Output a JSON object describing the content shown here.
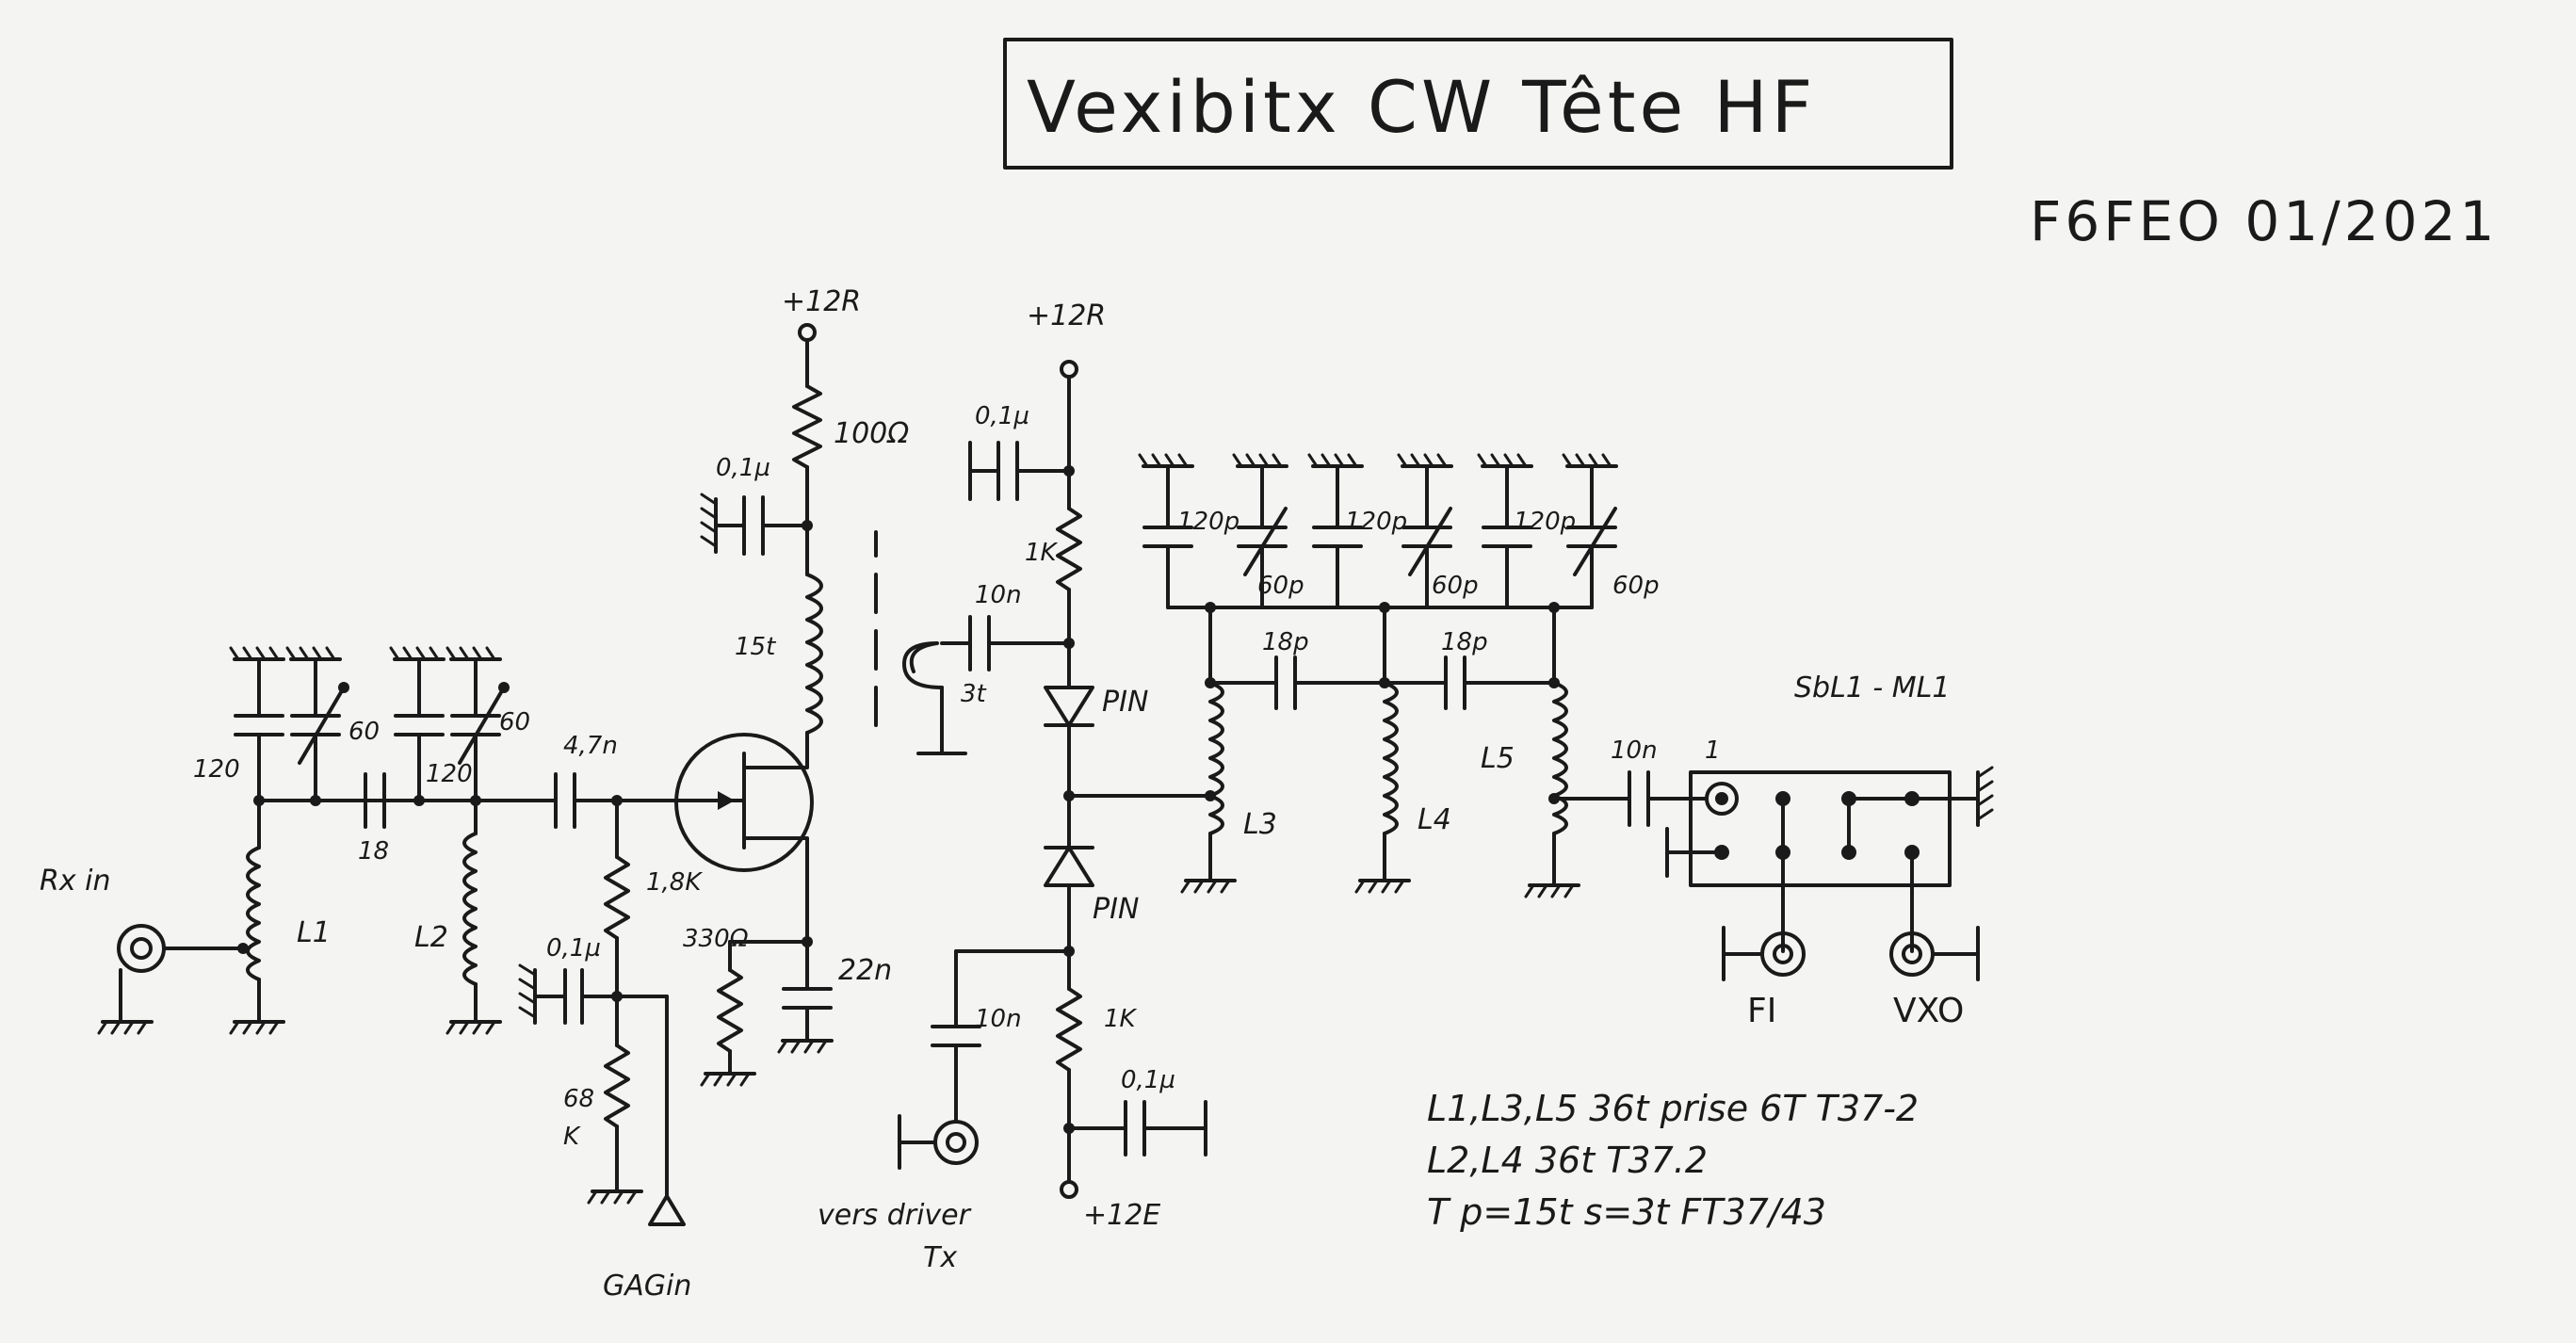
{
  "title": "Vexibitx  CW  Tête  HF",
  "author_date": "F6FEO 01/2021",
  "supply": {
    "rx_top": "+12R",
    "rx_mid": "+12R",
    "tx": "+12E"
  },
  "labels": {
    "rx_in": "Rx in",
    "gag_in": "GAGin",
    "vers_driver": "vers driver",
    "tx": "Tx",
    "fi": "FI",
    "vxo": "VXO",
    "mixer": "SbL1 - ML1",
    "pin1": "PIN",
    "pin2": "PIN",
    "pin_one": "1"
  },
  "components": {
    "c120_a": "120",
    "c60_a": "60",
    "c120_b": "120",
    "c60_b": "60",
    "c18": "18",
    "c47n": "4,7n",
    "r100": "100Ω",
    "c01_top": "0,1µ",
    "l15t": "15t",
    "r18k": "1,8K",
    "c01_gate": "0,1µ",
    "r68k_1": "68",
    "r68k_2": "K",
    "r330": "330Ω",
    "c22n": "22n",
    "c01_mid": "0,1µ",
    "r1k_top": "1K",
    "c10n_top": "10n",
    "l3t": "3t",
    "r1k_bot": "1K",
    "c10n_bot": "10n",
    "c01_bot": "0,1µ",
    "c120p_1": "120p",
    "c60p_1": "60p",
    "c120p_2": "120p",
    "c60p_2": "60p",
    "c120p_3": "120p",
    "c60p_3": "60p",
    "c18p_1": "18p",
    "c18p_2": "18p",
    "c10n_out": "10n",
    "l1": "L1",
    "l2": "L2",
    "l3": "L3",
    "l4": "L4",
    "l5": "L5"
  },
  "notes": [
    "L1,L3,L5    36t  prise 6T   T37-2",
    "L2,L4        36t           T37.2",
    "T   p=15t   s=3t   FT37/43"
  ]
}
